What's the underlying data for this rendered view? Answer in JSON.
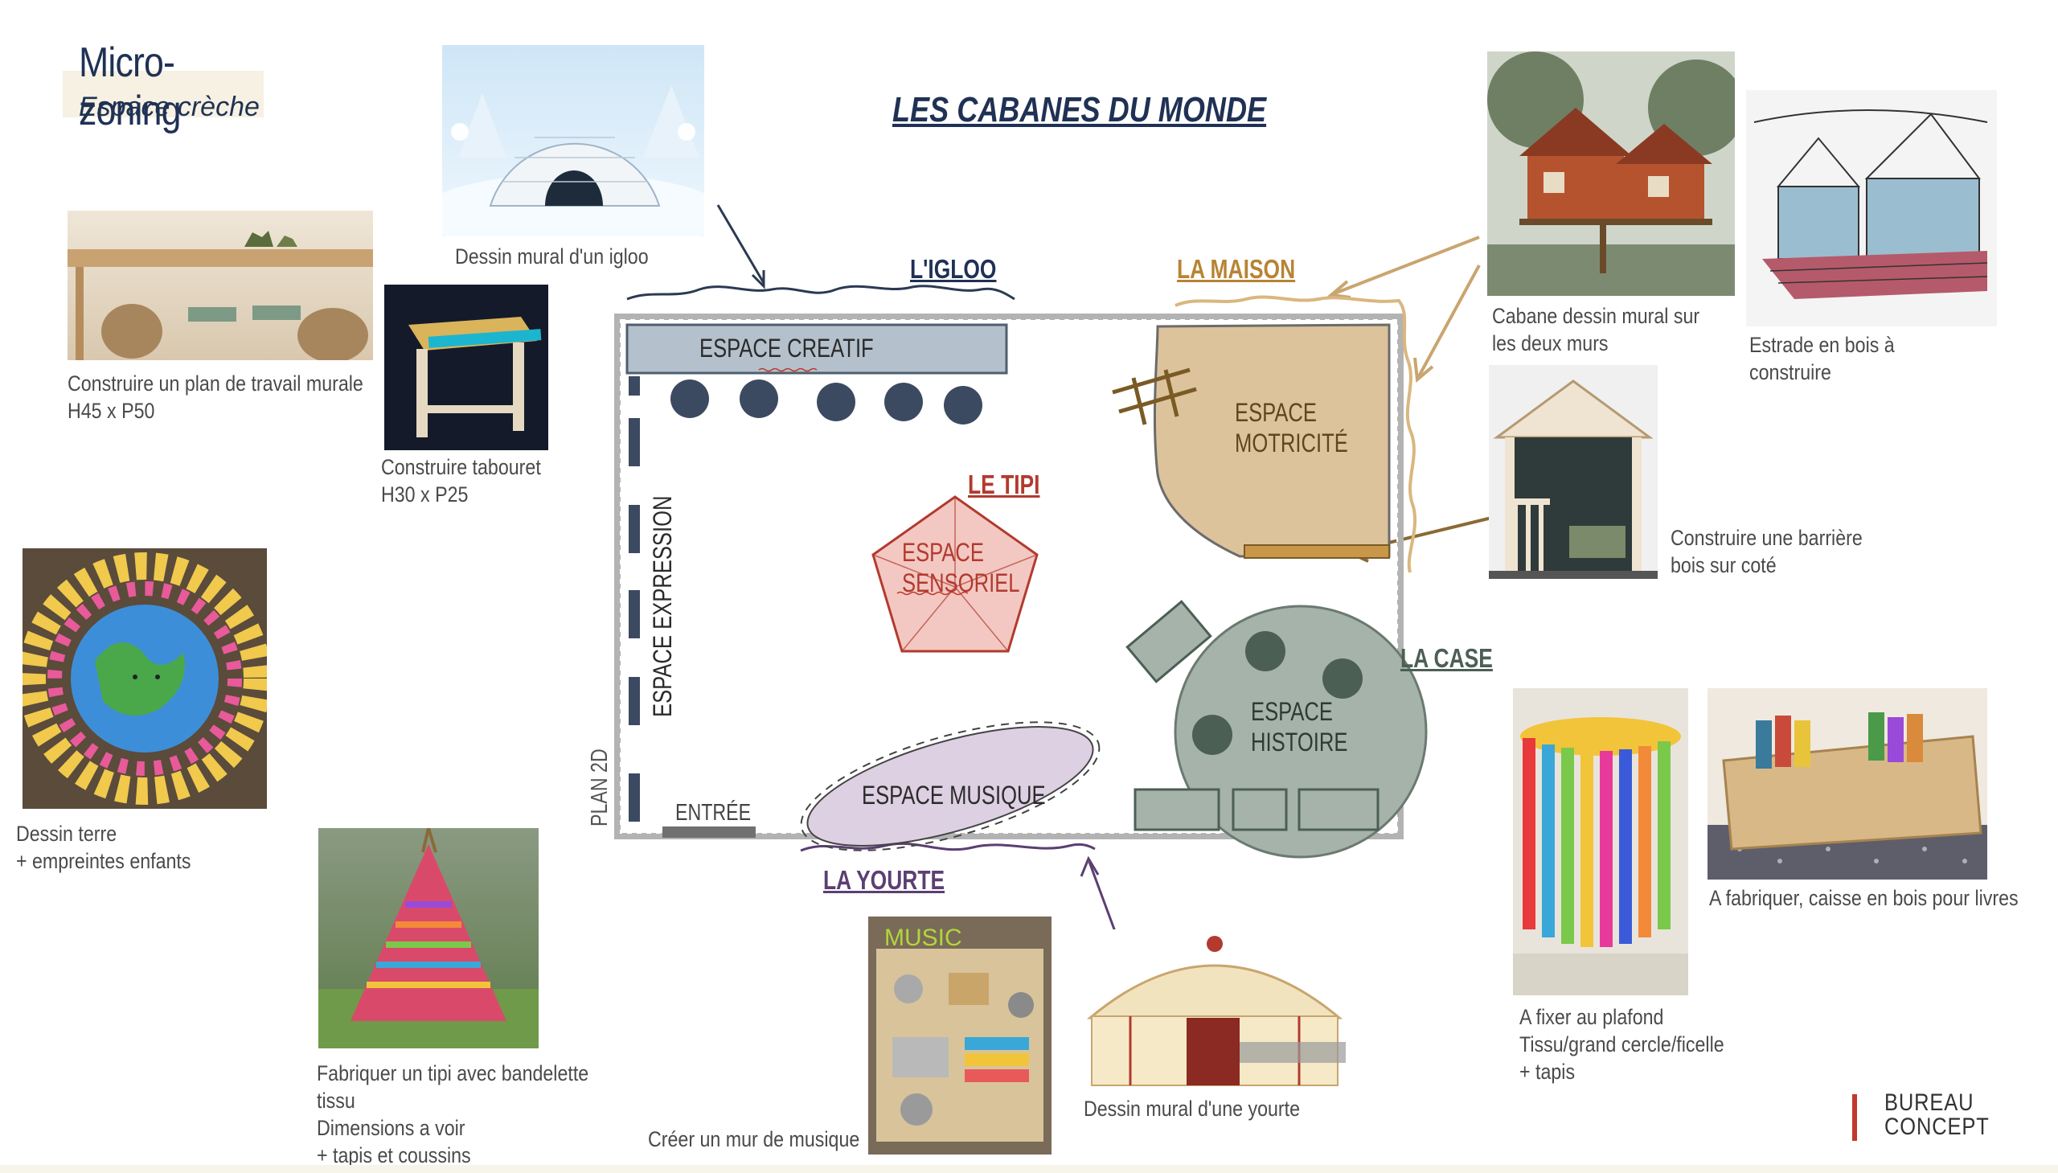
{
  "header": {
    "title": "Micro-zoning",
    "subtitle": "Espace crèche"
  },
  "main_title": "LES CABANES DU MONDE",
  "zones": {
    "igloo": "L'IGLOO",
    "maison": "LA MAISON",
    "tipi": "LE TIPI",
    "case": "LA CASE",
    "yourte": "LA YOURTE"
  },
  "plan": {
    "espace_creatif": "ESPACE CREATIF",
    "espace_motricite": [
      "ESPACE",
      "MOTRICITÉ"
    ],
    "espace_sensoriel": [
      "ESPACE",
      "SENSORIEL"
    ],
    "espace_expression": "ESPACE EXPRESSION",
    "espace_histoire": [
      "ESPACE",
      "HISTOIRE"
    ],
    "espace_musique": "ESPACE MUSIQUE",
    "entree": "ENTRÉE",
    "plan_2d": "PLAN 2D"
  },
  "captions": {
    "igloo": "Dessin mural d'un igloo",
    "plan_travail": [
      "Construire un plan de travail murale",
      "H45 x P50"
    ],
    "tabouret": [
      "Construire tabouret",
      "H30 x P25"
    ],
    "terre": [
      "Dessin terre",
      "+ empreintes enfants"
    ],
    "tipi": [
      "Fabriquer un tipi avec bandelette",
      "tissu",
      "Dimensions a voir",
      "+ tapis et coussins"
    ],
    "musique": "Créer un mur de musique",
    "yourte": "Dessin mural d'une yourte",
    "cabane": [
      "Cabane dessin mural sur",
      "les deux murs"
    ],
    "estrade": [
      "Estrade en bois à",
      "construire"
    ],
    "barriere": [
      "Construire une barrière",
      "bois sur coté"
    ],
    "plafond": [
      "A fixer au plafond",
      "Tissu/grand cercle/ficelle",
      "+ tapis"
    ],
    "caisse": "A fabriquer, caisse en bois pour livres"
  },
  "logo": [
    "BUREAU",
    "CONCEPT"
  ],
  "colors": {
    "navy": "#1f3154",
    "creatif": "#b4c1cc",
    "motricite": "#dcc39b",
    "sensoriel": "#f3c8c2",
    "histoire": "#a6b3aa",
    "musique": "#ddd0e2",
    "tipi_red": "#b23a2f",
    "maison_gold": "#b78434",
    "case_green": "#4b5f55",
    "yourte_purple": "#5b3f72"
  }
}
